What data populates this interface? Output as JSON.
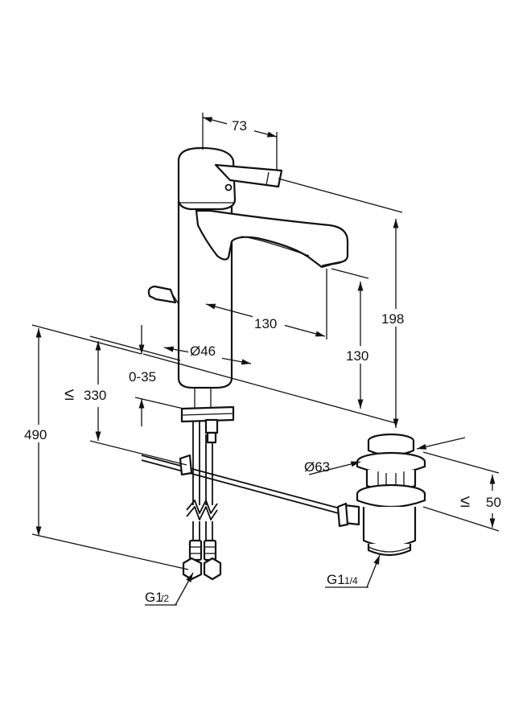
{
  "drawing": {
    "dimensions": {
      "lever_reach": "73",
      "total_height": "198",
      "spout_reach": "130",
      "spout_height": "130",
      "body_diameter": "Ø46",
      "deck_thickness": "0-35",
      "supply_length_prefix": "≤",
      "supply_length": "330",
      "overall_length": "490",
      "waste_diameter": "Ø63",
      "waste_height_prefix": "≤",
      "waste_height": "50",
      "supply_thread_main": "G1",
      "supply_thread_sub": "/2",
      "waste_thread_main": "G1",
      "waste_thread_sub": "1/4"
    }
  }
}
